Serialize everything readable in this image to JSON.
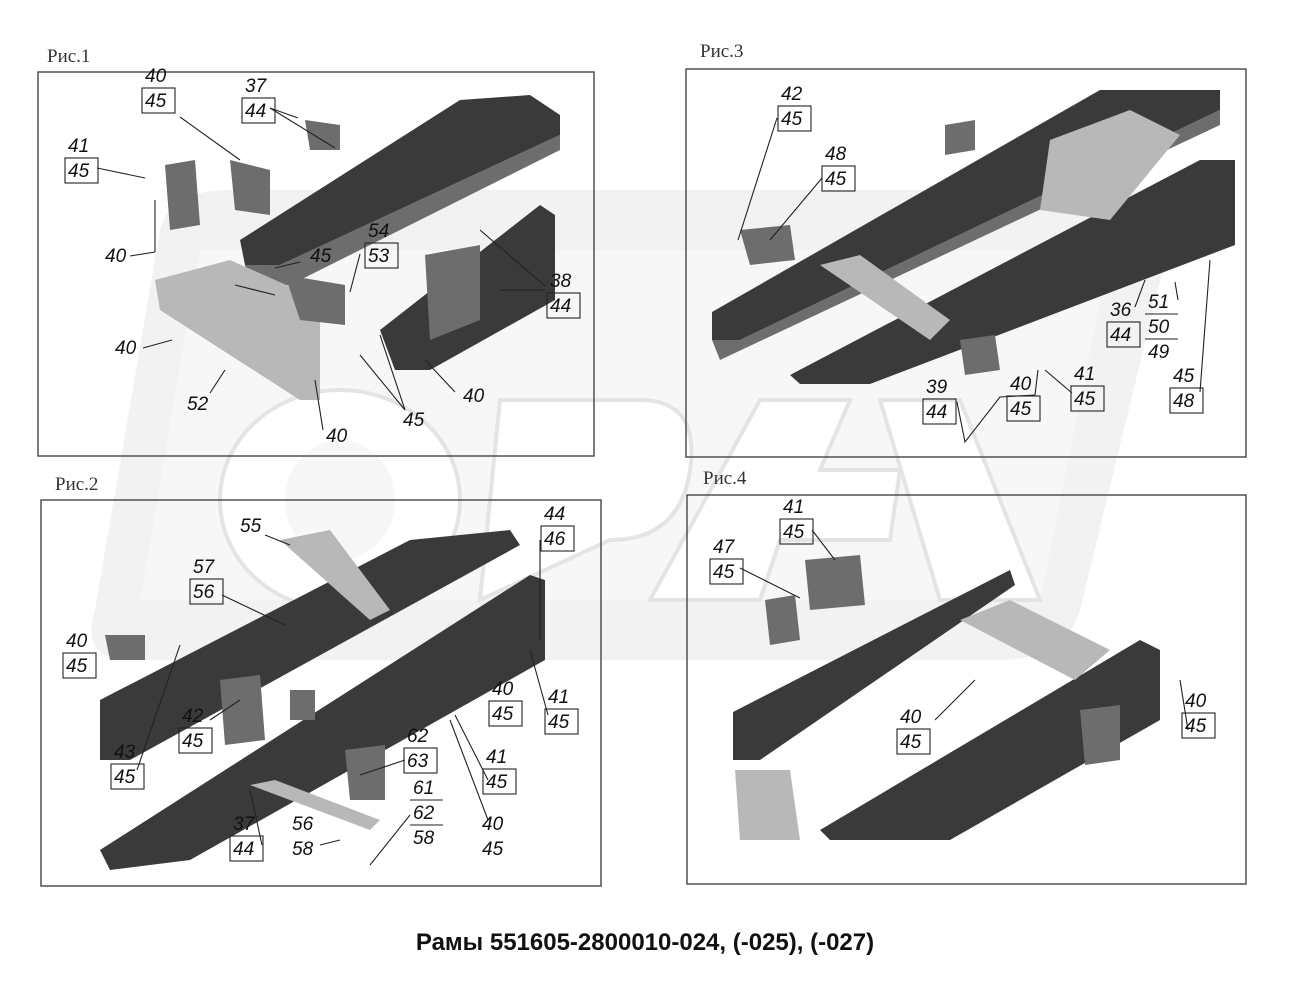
{
  "title": "Рамы 551605-2800010-024, (-025), (-027)",
  "figures": {
    "fig1": {
      "caption": "Рис.1",
      "labels": [
        {
          "type": "frac",
          "top": "40",
          "bottom": "45"
        },
        {
          "type": "frac",
          "top": "37",
          "bottom": "44"
        },
        {
          "type": "frac",
          "top": "41",
          "bottom": "45"
        },
        {
          "type": "single",
          "text": "40"
        },
        {
          "type": "single",
          "text": "45"
        },
        {
          "type": "frac",
          "top": "54",
          "bottom": "53"
        },
        {
          "type": "frac",
          "top": "38",
          "bottom": "44"
        },
        {
          "type": "single",
          "text": "40"
        },
        {
          "type": "single",
          "text": "52"
        },
        {
          "type": "single",
          "text": "40"
        },
        {
          "type": "single",
          "text": "45"
        },
        {
          "type": "single",
          "text": "40"
        }
      ]
    },
    "fig2": {
      "caption": "Рис.2",
      "labels": [
        {
          "type": "single",
          "text": "55"
        },
        {
          "type": "frac",
          "top": "44",
          "bottom": "46"
        },
        {
          "type": "frac",
          "top": "57",
          "bottom": "56"
        },
        {
          "type": "frac",
          "top": "40",
          "bottom": "45"
        },
        {
          "type": "frac",
          "top": "40",
          "bottom": "45"
        },
        {
          "type": "frac",
          "top": "41",
          "bottom": "45"
        },
        {
          "type": "frac",
          "top": "42",
          "bottom": "45"
        },
        {
          "type": "frac",
          "top": "62",
          "bottom": "63"
        },
        {
          "type": "frac",
          "top": "43",
          "bottom": "45"
        },
        {
          "type": "frac",
          "top": "41",
          "bottom": "45"
        },
        {
          "type": "triple",
          "a": "61",
          "b": "62",
          "c": "58"
        },
        {
          "type": "frac",
          "top": "37",
          "bottom": "44"
        },
        {
          "type": "pair",
          "top": "56",
          "bottom": "58"
        },
        {
          "type": "pair",
          "top": "40",
          "bottom": "45"
        }
      ]
    },
    "fig3": {
      "caption": "Рис.3",
      "labels": [
        {
          "type": "frac",
          "top": "42",
          "bottom": "45"
        },
        {
          "type": "frac",
          "top": "48",
          "bottom": "45"
        },
        {
          "type": "frac",
          "top": "36",
          "bottom": "44"
        },
        {
          "type": "triple",
          "a": "51",
          "b": "50",
          "c": "49"
        },
        {
          "type": "frac",
          "top": "45",
          "bottom": "48"
        },
        {
          "type": "frac",
          "top": "39",
          "bottom": "44"
        },
        {
          "type": "frac",
          "top": "40",
          "bottom": "45"
        },
        {
          "type": "frac",
          "top": "41",
          "bottom": "45"
        }
      ]
    },
    "fig4": {
      "caption": "Рис.4",
      "labels": [
        {
          "type": "frac",
          "top": "41",
          "bottom": "45"
        },
        {
          "type": "frac",
          "top": "47",
          "bottom": "45"
        },
        {
          "type": "frac",
          "top": "40",
          "bottom": "45"
        },
        {
          "type": "frac",
          "top": "40",
          "bottom": "45"
        }
      ]
    }
  }
}
